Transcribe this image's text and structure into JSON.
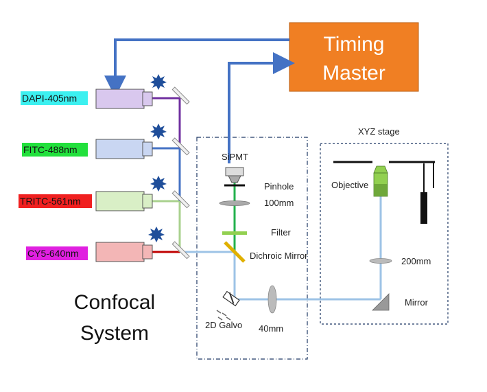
{
  "timing_master": {
    "line1": "Timing",
    "line2": "Master",
    "fill": "#f07f23"
  },
  "system_label": {
    "line1": "Confocal",
    "line2": "System"
  },
  "lasers": [
    {
      "label": "DAPI-405nm",
      "label_color": "#3cf0f0",
      "body_color": "#d9c8ee",
      "beam_color": "#7030a0"
    },
    {
      "label": "FITC-488nm",
      "label_color": "#22e03c",
      "body_color": "#c9d6f2",
      "beam_color": "#4472c4"
    },
    {
      "label": "TRITC-561nm",
      "label_color": "#f02020",
      "body_color": "#d9efc6",
      "beam_color": "#a9d18e"
    },
    {
      "label": "CY5-640nm",
      "label_color": "#e020e0",
      "body_color": "#f3b6b6",
      "beam_color": "#c00000"
    }
  ],
  "components": {
    "spmt": "SiPMT",
    "pinhole": "Pinhole",
    "pinhole_size": "100mm",
    "filter": "Filter",
    "dichroic": "Dichroic Mirror",
    "galvo": "2D Galvo",
    "lens_40": "40mm",
    "xyz_stage": "XYZ stage",
    "objective": "Objective",
    "lens_200": "200mm",
    "mirror": "Mirror"
  },
  "colors": {
    "arrow": "#4472c4",
    "light_path": "#9dc3e6",
    "emission": "#22b14c",
    "filter": "#92d050",
    "dichroic": "#e0b000"
  }
}
